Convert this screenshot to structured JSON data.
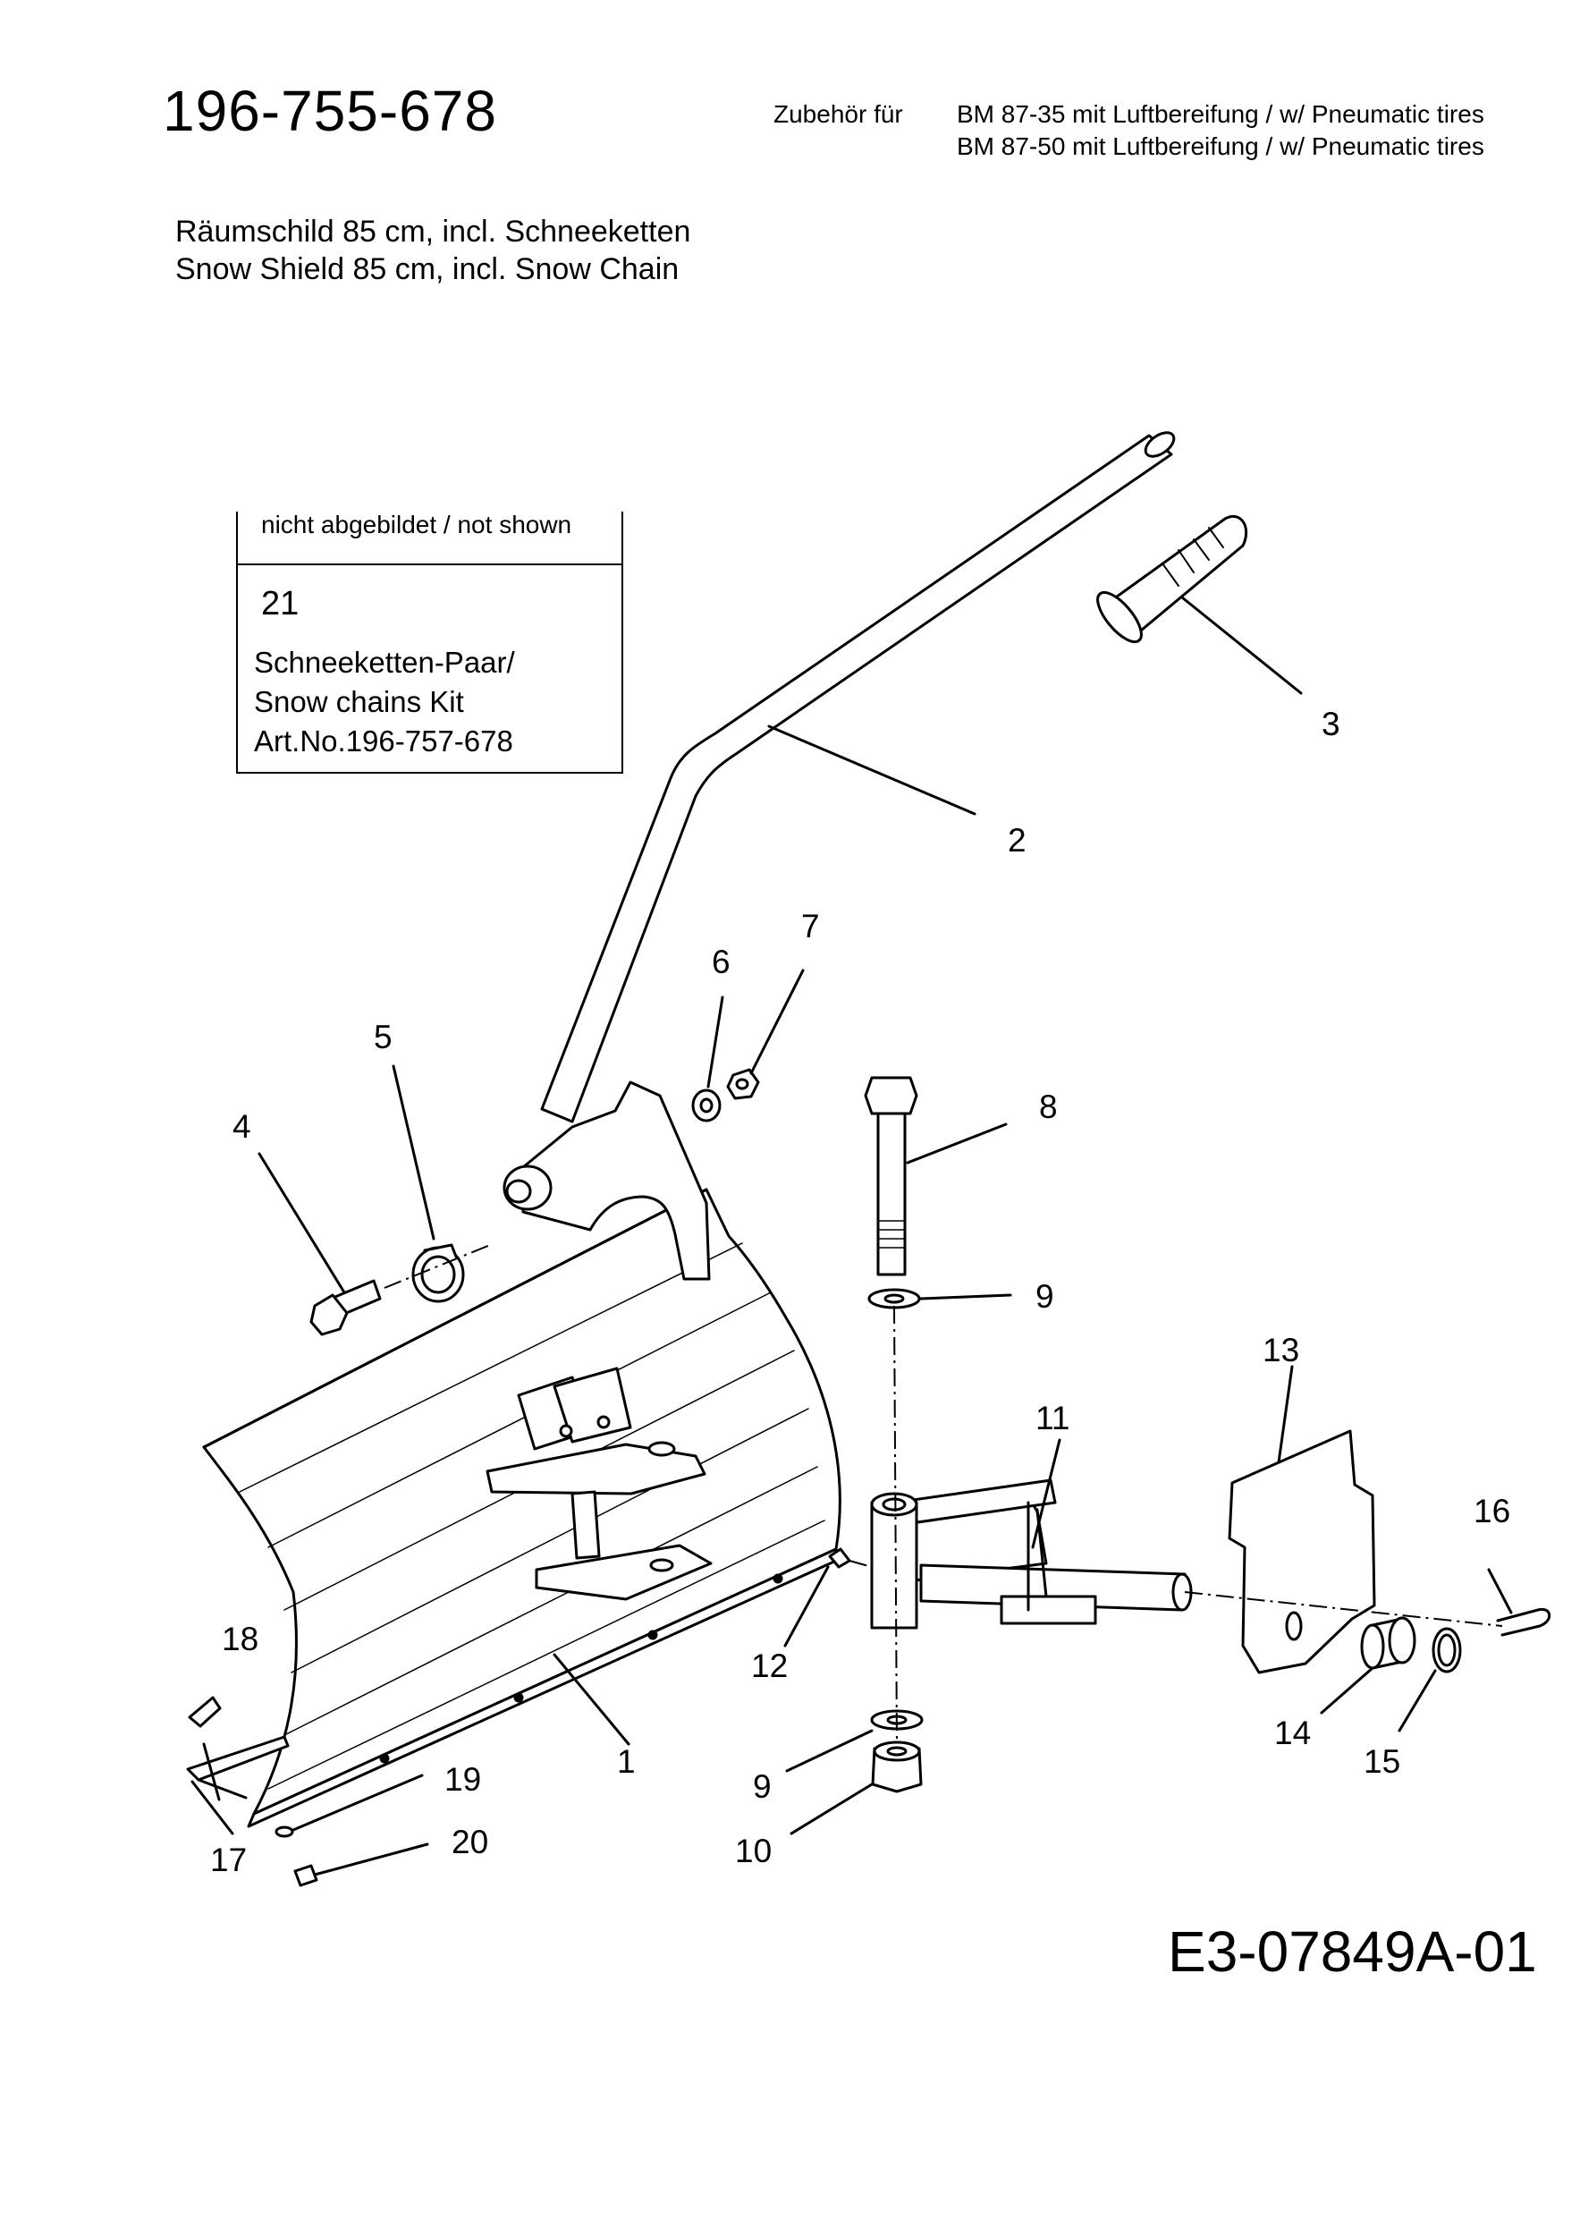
{
  "header": {
    "part_number": "196-755-678",
    "accessory_for_label": "Zubehör für",
    "models": [
      "BM 87-35  mit Luftbereifung / w/ Pneumatic tires",
      "BM 87-50 mit Luftbereifung / w/ Pneumatic tires"
    ]
  },
  "title": {
    "german": "Räumschild 85 cm, incl. Schneeketten",
    "english": "Snow Shield 85 cm, incl. Snow Chain"
  },
  "not_shown_box": {
    "header": "nicht abgebildet / not shown",
    "item_number": "21",
    "lines": [
      "Schneeketten-Paar/",
      "Snow chains Kit",
      "Art.No.196-757-678"
    ]
  },
  "callouts": [
    "1",
    "2",
    "3",
    "4",
    "5",
    "6",
    "7",
    "8",
    "9",
    "9",
    "10",
    "11",
    "12",
    "13",
    "14",
    "15",
    "16",
    "17",
    "18",
    "19",
    "20"
  ],
  "footer": {
    "drawing_code": "E3-07849A-01"
  }
}
